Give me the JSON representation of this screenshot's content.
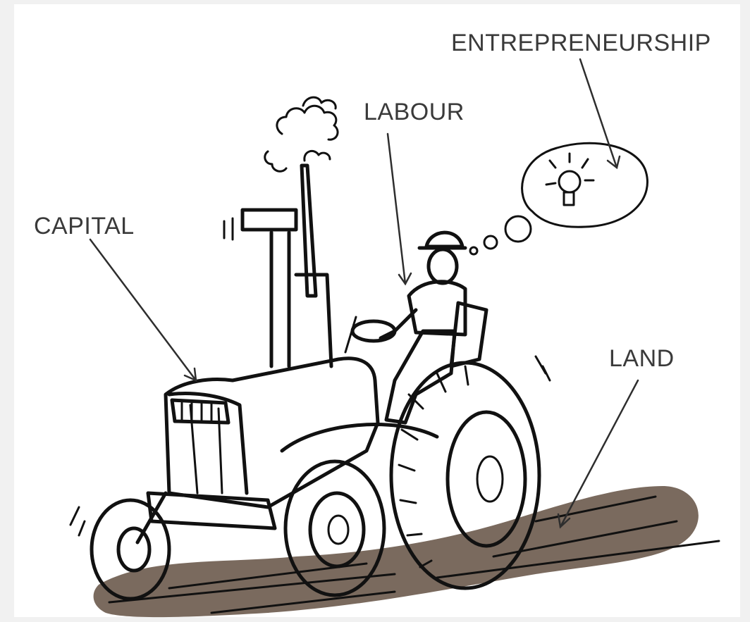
{
  "labels": {
    "entrepreneurship": "ENTREPRENEURSHIP",
    "labour": "LABOUR",
    "capital": "CAPITAL",
    "land": "LAND"
  },
  "colors": {
    "background": "#f1f1f1",
    "panel": "#ffffff",
    "tractor_green": "#5e8a55",
    "tractor_green_dark": "#4a7244",
    "cap": "#d9432f",
    "overalls": "#2d4fa0",
    "bulb": "#f2e43a",
    "soil": "#7a6a5e",
    "ink": "#111111",
    "label_text": "#3a3a3a"
  },
  "icons": [
    "tractor",
    "farmer",
    "thought-bubble",
    "light-bulb-icon",
    "smoke",
    "soil-field"
  ]
}
